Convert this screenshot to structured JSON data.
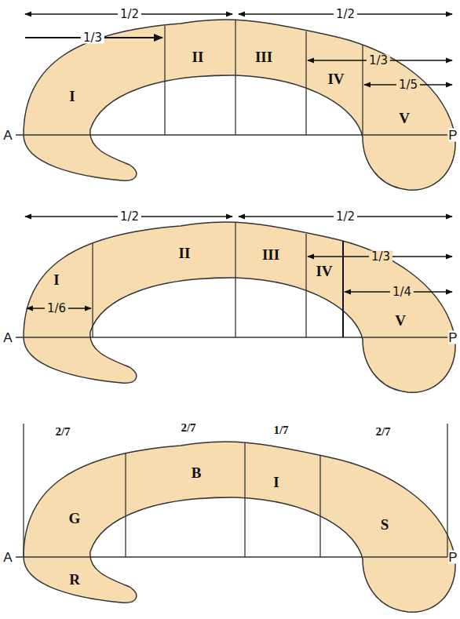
{
  "diagram": {
    "labels": [
      "1/2",
      "1/2",
      "1/3",
      "1/3",
      "II",
      "III",
      "IV",
      "1/5",
      "I",
      "V",
      "A",
      "P",
      "1/2",
      "1/2",
      "1/3",
      "II",
      "III",
      "IV",
      "I",
      "1/6",
      "1/4",
      "V",
      "A",
      "P",
      "2/7",
      "2/7",
      "1/7",
      "2/7",
      "B",
      "I",
      "G",
      "S",
      "A",
      "R",
      "P"
    ]
  }
}
